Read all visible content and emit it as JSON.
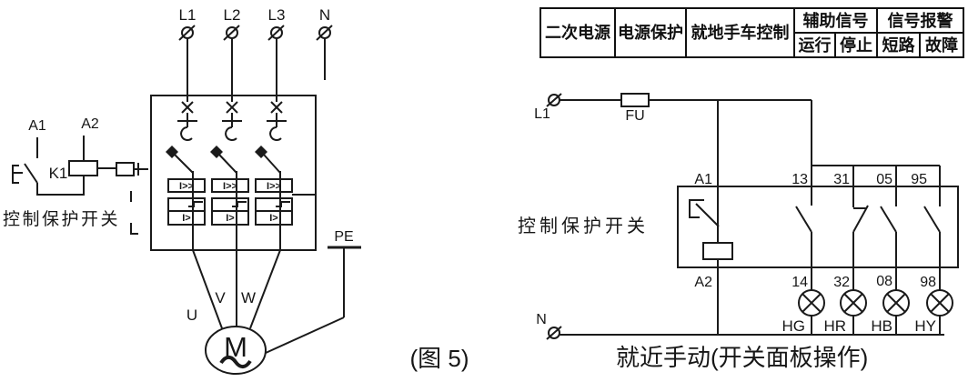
{
  "caption_left": "(图 5)",
  "left_diagram": {
    "phases": [
      "L1",
      "L2",
      "L3",
      "N"
    ],
    "a1": "A1",
    "a2": "A2",
    "relay": "K1",
    "switch_label": "控制保护开关",
    "trip_instant": "I>>",
    "trip_thermal": "I>",
    "outputs": [
      "U",
      "V",
      "W"
    ],
    "pe": "PE",
    "motor": "M"
  },
  "right_diagram": {
    "table": {
      "power2": "二次电源",
      "protect": "电源保护",
      "local": "就地手车控制",
      "aux": "辅助信号",
      "alarm": "信号报警",
      "run": "运行",
      "stop": "停止",
      "short": "短路",
      "fault": "故障"
    },
    "l1": "L1",
    "fuse": "FU",
    "n": "N",
    "switch_label": "控制保护开关",
    "a1": "A1",
    "a2": "A2",
    "contacts_top": [
      "13",
      "31",
      "05",
      "95"
    ],
    "contacts_bottom": [
      "14",
      "32",
      "08",
      "98"
    ],
    "lamps": [
      "HG",
      "HR",
      "HB",
      "HY"
    ],
    "caption": "就近手动(开关面板操作)"
  },
  "colors": {
    "ink": "#1a1a1a",
    "background": "#ffffff"
  }
}
